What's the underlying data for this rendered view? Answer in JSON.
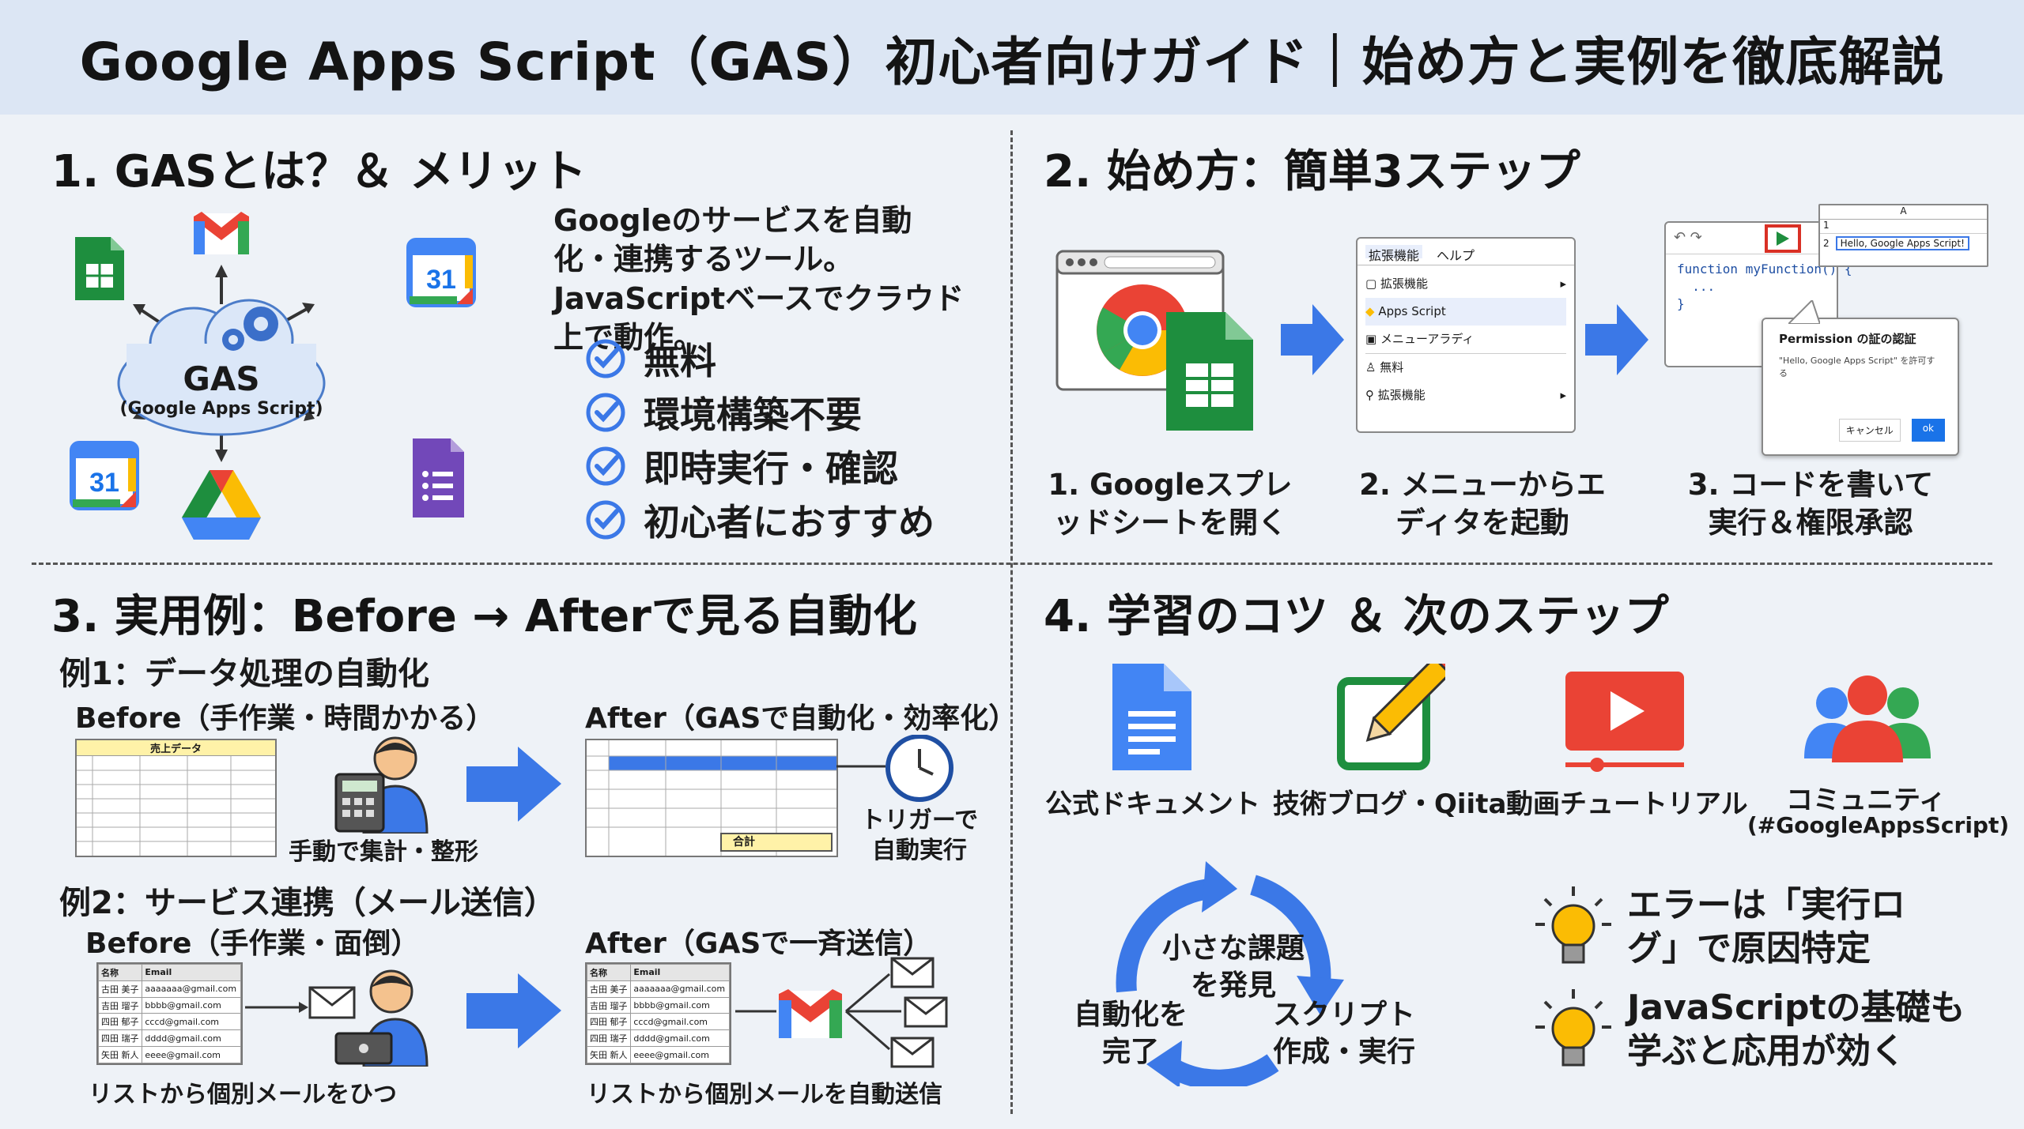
{
  "title": "Google Apps Script（GAS）初心者向けガイド｜始め方と実例を徹底解説",
  "section1": {
    "heading": "1. GASとは？＆ メリット",
    "cloud_title": "GAS",
    "cloud_sub": "(Google Apps Script)",
    "description": "Googleのサービスを自動化・連携するツール。JavaScriptベースでクラウド上で動作。",
    "checks": [
      "無料",
      "環境構築不要",
      "即時実行・確認",
      "初心者におすすめ"
    ]
  },
  "section2": {
    "heading": "2. 始め方：簡単3ステップ",
    "menu_bar": [
      "拡張機能",
      "ヘルプ"
    ],
    "menu_items": [
      "拡張機能",
      "Apps Script",
      "メニューアラディ",
      "無料",
      "拡張機能"
    ],
    "code": [
      "function myFunction() {",
      "  ...",
      "}"
    ],
    "cell_value": "Hello, Google Apps Script!",
    "dialog_title": "Permission の証の認証",
    "dialog_text": "\"Hello, Google Apps Script\" を許可する",
    "dialog_cancel": "キャンセル",
    "dialog_ok": "ok",
    "steps": [
      "1. Googleスプレッドシートを開く",
      "2. メニューからエディタを起動",
      "3. コードを書いて実行＆権限承認"
    ]
  },
  "section3": {
    "heading": "3. 実用例：Before → Afterで見る自動化",
    "ex1_title": "例1：データ処理の自動化",
    "ex1_before": "Before（手作業・時間かかる）",
    "ex1_after": "After（GASで自動化・効率化）",
    "ex1_before_caption": "手動で集計・整形",
    "ex1_after_caption": "トリガーで自動実行",
    "sheet_title": "売上データ",
    "sheet_total": "合計",
    "ex2_title": "例2：サービス連携（メール送信）",
    "ex2_before": "Before（手作業・面倒）",
    "ex2_after": "After（GASで一斉送信）",
    "ex2_before_caption": "リストから個別メールをひつ",
    "ex2_after_caption": "リストから個別メールを自動送信",
    "mail_headers": [
      "名称",
      "Email"
    ],
    "mail_rows": [
      [
        "古田 美子",
        "aaaaaaa@gmail.com"
      ],
      [
        "吉田 瑠子",
        "bbbb@gmail.com"
      ],
      [
        "四田 郁子",
        "cccd@gmail.com"
      ],
      [
        "四田 瑞子",
        "dddd@gmail.com"
      ],
      [
        "矢田 新人",
        "eeee@gmail.com"
      ]
    ]
  },
  "section4": {
    "heading": "4. 学習のコツ ＆ 次のステップ",
    "resources": [
      "公式ドキュメント",
      "技術ブログ・Qiita",
      "動画チュートリアル",
      "コミュニティ"
    ],
    "community_tag": "(#GoogleAppsScript)",
    "cycle": [
      "小さな課題を発見",
      "スクリプト作成・実行",
      "自動化を完了"
    ],
    "tips": [
      "エラーは「実行ログ」で原因特定",
      "JavaScriptの基礎も学ぶと応用が効く"
    ]
  },
  "colors": {
    "blue": "#3b78e7",
    "green": "#1e8e3e",
    "red": "#ea4335",
    "yellow": "#fbbc04"
  }
}
